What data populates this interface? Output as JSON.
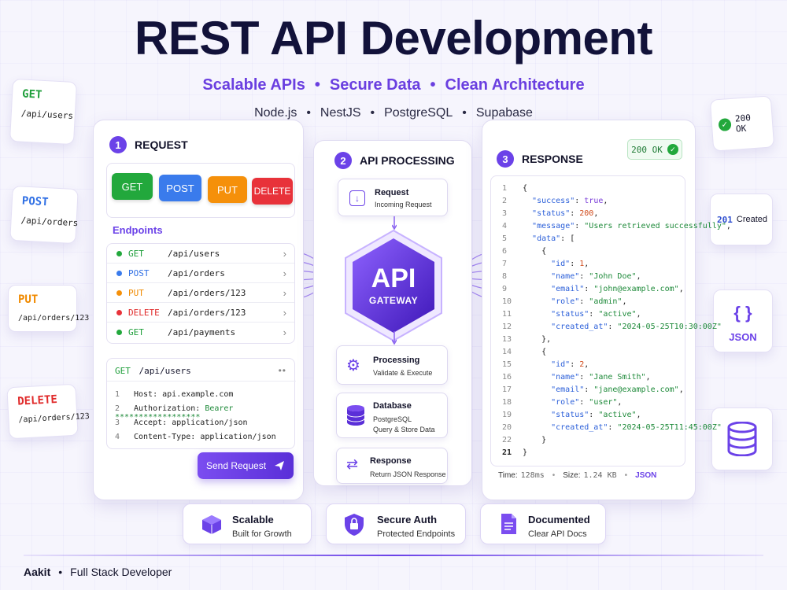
{
  "header": {
    "title": "REST API Development",
    "tagline": [
      "Scalable APIs",
      "Secure Data",
      "Clean Architecture"
    ],
    "tech": [
      "Node.js",
      "NestJS",
      "PostgreSQL",
      "Supabase"
    ]
  },
  "left_cards": [
    {
      "method": "GET",
      "path": "/api/users",
      "color": "#1e9e3a"
    },
    {
      "method": "POST",
      "path": "/api/orders",
      "color": "#2f6fe4"
    },
    {
      "method": "PUT",
      "path": "/api/orders/123",
      "color": "#f08a00"
    },
    {
      "method": "DELETE",
      "path": "/api/orders/123",
      "color": "#e02a2a"
    }
  ],
  "right_cards": {
    "ok": "200 OK",
    "created_code": "201",
    "created_label": "Created",
    "json_braces": "{ }",
    "json_label": "JSON"
  },
  "request": {
    "step": "1",
    "title": "REQUEST",
    "methods": [
      {
        "label": "GET",
        "color": "#22a83c"
      },
      {
        "label": "POST",
        "color": "#3a7bec"
      },
      {
        "label": "PUT",
        "color": "#f5900a"
      },
      {
        "label": "DELETE",
        "color": "#e8323a"
      }
    ],
    "endpoints_title": "Endpoints",
    "endpoints": [
      {
        "method": "GET",
        "path": "/api/users",
        "color": "#1e9e3a"
      },
      {
        "method": "POST",
        "path": "/api/orders",
        "color": "#2f6fe4"
      },
      {
        "method": "PUT",
        "path": "/api/orders/123",
        "color": "#f08a00"
      },
      {
        "method": "DELETE",
        "path": "/api/orders/123",
        "color": "#e02a2a"
      },
      {
        "method": "GET",
        "path": "/api/payments",
        "color": "#1e9e3a"
      }
    ],
    "editor_method": "GET",
    "editor_path": "/api/users",
    "headers": [
      {
        "num": "1",
        "key": "Host:",
        "value": "api.example.com"
      },
      {
        "num": "2",
        "key": "Authorization:",
        "value": "Bearer ******************"
      },
      {
        "num": "3",
        "key": "Accept:",
        "value": "application/json"
      },
      {
        "num": "4",
        "key": "Content-Type:",
        "value": "application/json"
      }
    ],
    "send_label": "Send Request"
  },
  "processing": {
    "step": "2",
    "title": "API PROCESSING",
    "gateway_big": "API",
    "gateway_small": "GATEWAY",
    "boxes": [
      {
        "title": "Request",
        "sub": "Incoming Request"
      },
      {
        "title": "Processing",
        "sub": "Validate & Execute"
      },
      {
        "title": "Database",
        "sub": "PostgreSQL",
        "sub2": "Query & Store Data"
      },
      {
        "title": "Response",
        "sub": "Return JSON Response"
      }
    ]
  },
  "response": {
    "step": "3",
    "title": "RESPONSE",
    "status_badge": "200 OK",
    "code": [
      "{",
      "  \"success\": true,",
      "  \"status\": 200,",
      "  \"message\": \"Users retrieved successfully\",",
      "  \"data\": [",
      "    {",
      "      \"id\": 1,",
      "      \"name\": \"John Doe\",",
      "      \"email\": \"john@example.com\",",
      "      \"role\": \"admin\",",
      "      \"status\": \"active\",",
      "      \"created_at\": \"2024-05-25T10:30:00Z\"",
      "    },",
      "    {",
      "      \"id\": 2,",
      "      \"name\": \"Jane Smith\",",
      "      \"email\": \"jane@example.com\",",
      "      \"role\": \"user\",",
      "      \"status\": \"active\",",
      "      \"created_at\": \"2024-05-25T11:45:00Z\"",
      "    }",
      "}"
    ],
    "time_label": "Time:",
    "time_value": "128ms",
    "size_label": "Size:",
    "size_value": "1.24 KB",
    "format": "JSON"
  },
  "features": [
    {
      "title": "Scalable",
      "sub": "Built for Growth"
    },
    {
      "title": "Secure Auth",
      "sub": "Protected Endpoints"
    },
    {
      "title": "Documented",
      "sub": "Clear API Docs"
    }
  ],
  "footer": {
    "name": "Aakit",
    "role": "Full Stack Developer"
  },
  "colors": {
    "accent": "#6b42e8",
    "accent_dark": "#4d22c8",
    "title": "#12123a"
  }
}
